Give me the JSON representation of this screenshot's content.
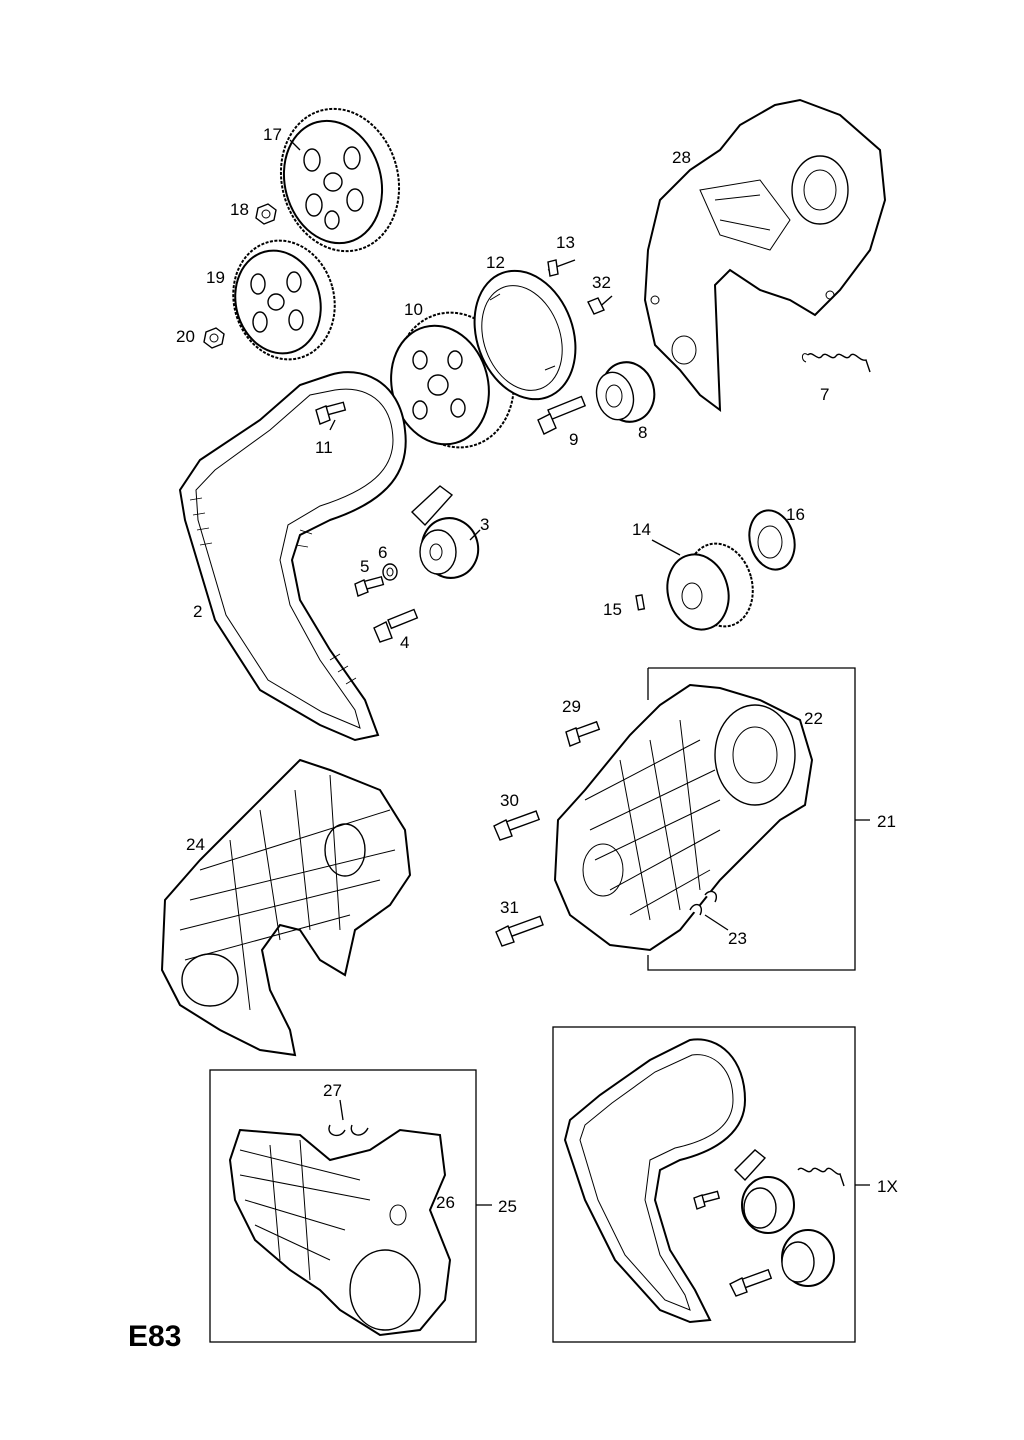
{
  "sheet_code": "E83",
  "callouts": {
    "c1X": "1X",
    "c2": "2",
    "c3": "3",
    "c4": "4",
    "c5": "5",
    "c6": "6",
    "c7": "7",
    "c8": "8",
    "c9": "9",
    "c10": "10",
    "c11": "11",
    "c12": "12",
    "c13": "13",
    "c14": "14",
    "c15": "15",
    "c16": "16",
    "c17": "17",
    "c18": "18",
    "c19": "19",
    "c20": "20",
    "c21": "21",
    "c22": "22",
    "c23": "23",
    "c24": "24",
    "c25": "25",
    "c26": "26",
    "c27": "27",
    "c28": "28",
    "c29": "29",
    "c30": "30",
    "c31": "31",
    "c32": "32"
  },
  "icons": {
    "sprocket": "camshaft-sprocket-icon",
    "belt": "timing-belt-icon",
    "tensioner": "tensioner-pulley-icon",
    "cover": "timing-cover-icon",
    "bolt": "bolt-icon",
    "spring": "spring-icon"
  }
}
